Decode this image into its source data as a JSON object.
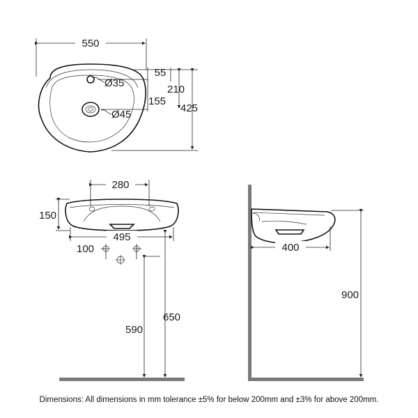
{
  "dimensions": {
    "top_width": "550",
    "tap_offset": "55",
    "tap_hole": "Ø35",
    "waste_hole": "Ø45",
    "depth_to_tap": "210",
    "depth_to_waste": "155",
    "overall_depth": "425",
    "front_width": "280",
    "basin_height": "150",
    "front_overall": "495",
    "fixing_spacing": "100",
    "fixing_height": "590",
    "basin_floor_height": "650",
    "side_projection": "400",
    "side_height": "900"
  },
  "footer_note": "Dimensions: All dimensions in mm tolerance ±5% for below 200mm and ±3% for above 200mm."
}
